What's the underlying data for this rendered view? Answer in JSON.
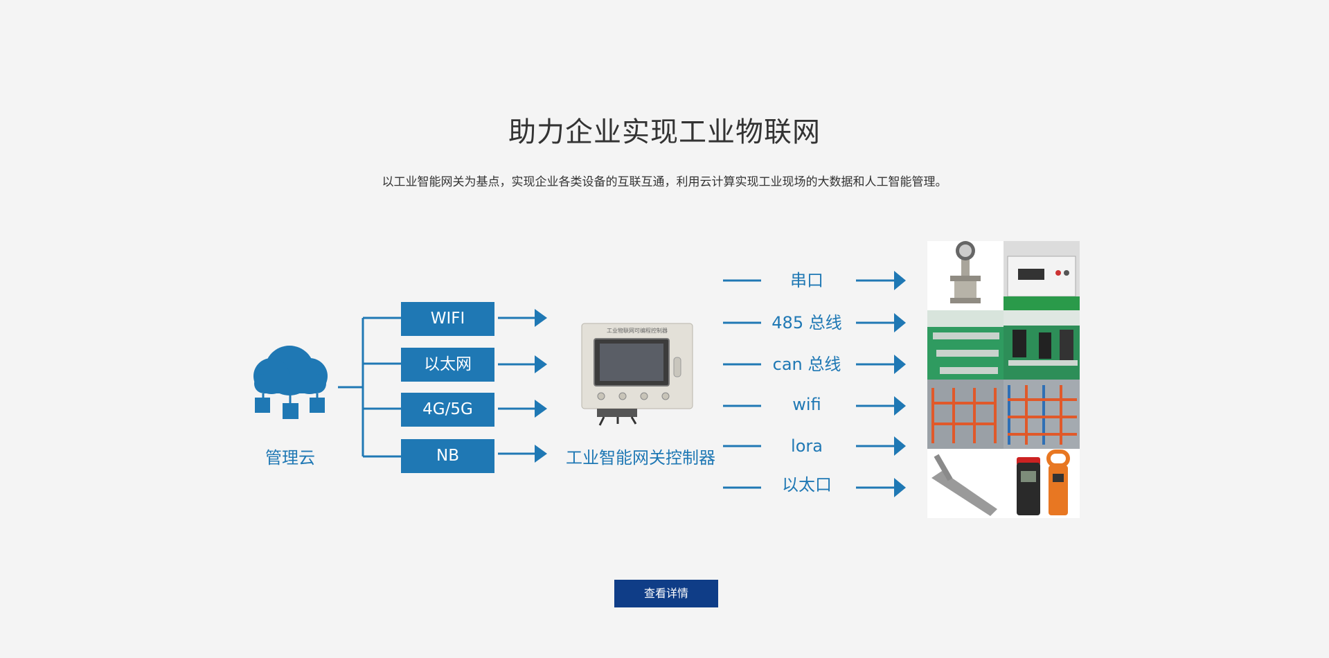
{
  "header": {
    "title": "助力企业实现工业物联网",
    "subtitle": "以工业智能网关为基点，实现企业各类设备的互联互通，利用云计算实现工业现场的大数据和人工智能管理。"
  },
  "diagram": {
    "cloud_label": "管理云",
    "networks": [
      "WIFI",
      "以太网",
      "4G/5G",
      "NB"
    ],
    "gateway_label": "工业智能网关控制器",
    "gateway_panel_text": "工业物联网可编程控制器",
    "protocols": [
      "串口",
      "485 总线",
      "can 总线",
      "wifi",
      "lora",
      "以太口"
    ]
  },
  "actions": {
    "detail_button": "查看详情"
  },
  "colors": {
    "accent": "#1f78b4",
    "button": "#0f3d87",
    "background": "#f4f4f4",
    "text": "#333333"
  }
}
